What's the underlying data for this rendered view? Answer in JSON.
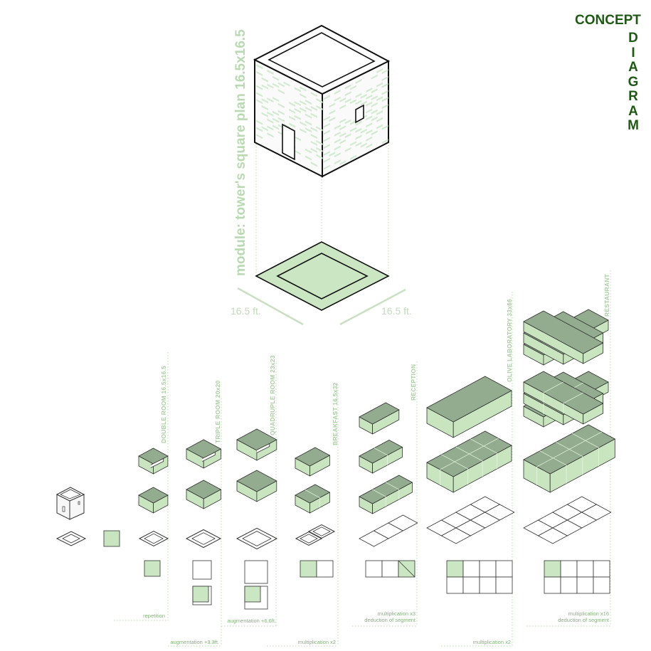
{
  "title": {
    "word": "CONCEPT",
    "vertical_letters": [
      "D",
      "I",
      "A",
      "G",
      "R",
      "A",
      "M"
    ]
  },
  "module": {
    "label": "module: tower's square plan 16.5x16.5",
    "dim_left": "16.5 ft.",
    "dim_right": "16.5 ft."
  },
  "columns": [
    {
      "id": "double-room",
      "label": "DOUBLE ROOM 16.5x16.5"
    },
    {
      "id": "triple-room",
      "label": "TRIPLE ROOM 20x20"
    },
    {
      "id": "quadruple-room",
      "label": "QUADRUPLE ROOM 23x23"
    },
    {
      "id": "breakfast",
      "label": "BREAKFAST 16.5x32"
    },
    {
      "id": "reception",
      "label": "RECEPTION"
    },
    {
      "id": "olive-laboratory",
      "label": "OLIVE LABORATORY 33x66"
    },
    {
      "id": "restaurant",
      "label": "RESTAURANT"
    }
  ],
  "operations": {
    "repetition": "repetition",
    "augmentation_small": "augmentation +3.3ft.",
    "augmentation_large": "augmentation +6.6ft.",
    "multiplication_x2_a": "multiplication x2",
    "multiplication_x3_line1": "multiplication x3",
    "multiplication_x3_line2": "deduction of segment",
    "multiplication_x2_b": "multiplication x2",
    "multiplication_x16_line1": "multiplication x16",
    "multiplication_x16_line2": "deduction of segment"
  },
  "colors": {
    "title": "#1f5a14",
    "box_top": "#93ab8e",
    "box_side": "#c9e5c0",
    "plan_fill": "#cae6c3",
    "label": "#a9cfa0",
    "guide": "#b9d8b1",
    "outline": "#1a1a1a"
  }
}
